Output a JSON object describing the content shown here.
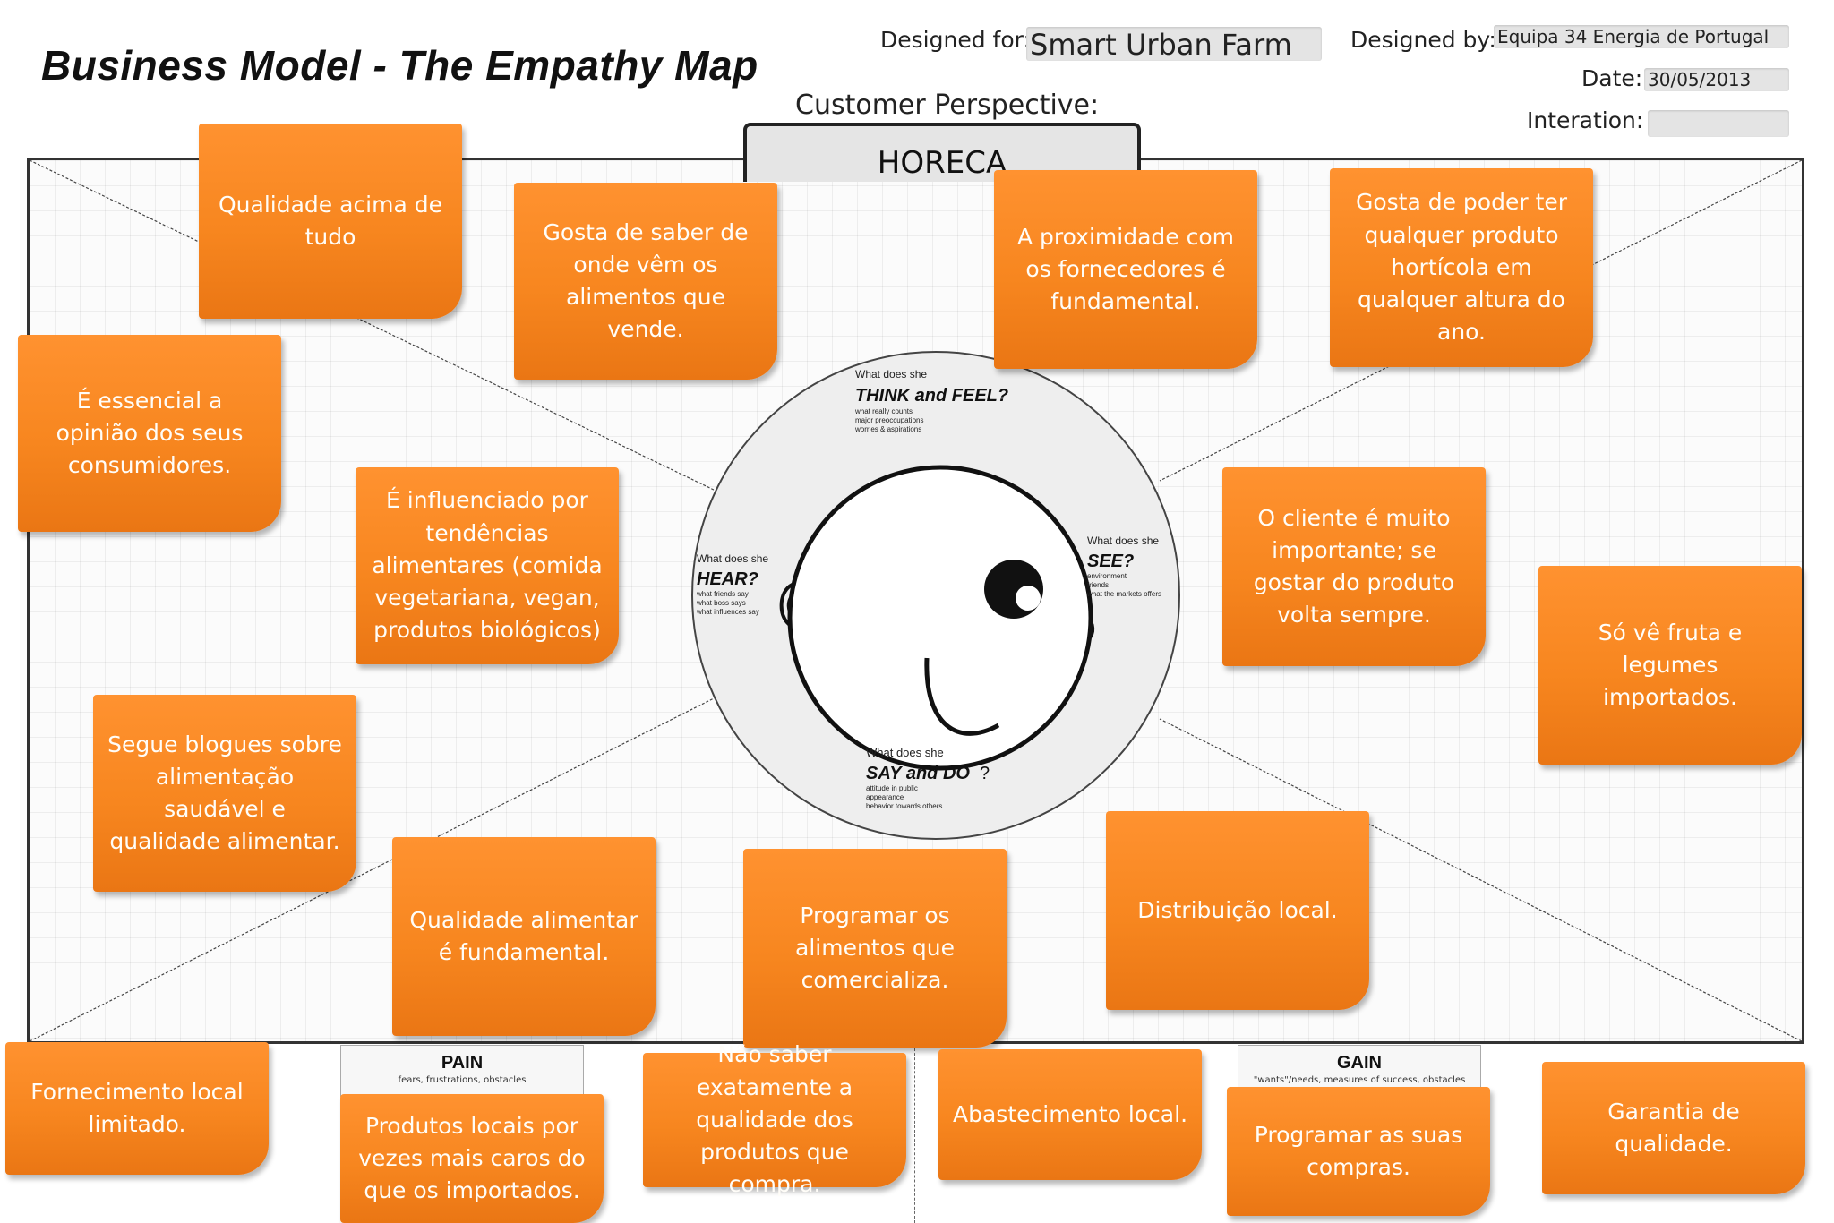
{
  "header": {
    "title": "Business Model - The Empathy Map",
    "designed_for_label": "Designed for:",
    "designed_for_value": "Smart Urban Farm",
    "designed_by_label": "Designed by:",
    "designed_by_value": "Equipa 34  Energia de Portugal",
    "date_label": "Date:",
    "date_value": "30/05/2013",
    "iteration_label": "Interation:",
    "iteration_value": ""
  },
  "perspective": {
    "label": "Customer Perspective:",
    "value": "HORECA"
  },
  "center": {
    "think": {
      "pre": "What does she",
      "title": "THINK and FEEL?",
      "sub": [
        "what really counts",
        "major preoccupations",
        "worries & aspirations"
      ]
    },
    "hear": {
      "pre": "What does she",
      "title": "HEAR?",
      "sub": [
        "what friends say",
        "what boss says",
        "what influences say"
      ]
    },
    "see": {
      "pre": "What does she",
      "title": "SEE?",
      "sub": [
        "environment",
        "friends",
        "what the markets offers"
      ]
    },
    "say": {
      "pre": "What does she",
      "title": "SAY and DO",
      "mark": "?",
      "sub": [
        "attitude in public",
        "appearance",
        "behavior towards others"
      ]
    }
  },
  "pain": {
    "title": "PAIN",
    "subtitle": "fears, frustrations, obstacles"
  },
  "gain": {
    "title": "GAIN",
    "subtitle": "\"wants\"/needs, measures of success, obstacles"
  },
  "notes": {
    "qualidade_acima": "Qualidade acima de tudo",
    "gosta_saber": "Gosta de saber de onde vêm os alimentos que vende.",
    "proximidade": "A proximidade com os fornecedores é fundamental.",
    "gosta_poder": "Gosta de poder ter qualquer produto hortícola em qualquer altura do ano.",
    "opiniao": "É essencial a opinião dos seus consumidores.",
    "influenciado": "É influenciado por tendências alimentares (comida vegetariana, vegan, produtos biológicos)",
    "cliente": "O cliente é muito importante; se gostar do produto volta sempre.",
    "so_ve": "Só vê fruta e legumes importados.",
    "blogues": "Segue blogues sobre alimentação saudável e qualidade alimentar.",
    "qualidade_alimentar": "Qualidade alimentar é fundamental.",
    "programar_alimentos": "Programar os alimentos que comercializa.",
    "distribuicao": "Distribuição local.",
    "fornecimento": "Fornecimento local limitado.",
    "produtos_caros": "Produtos locais por vezes mais caros do que os importados.",
    "nao_saber": "Não saber exatamente a qualidade dos produtos que compra.",
    "abastecimento": "Abastecimento local.",
    "programar_compras": "Programar as suas compras.",
    "garantia": "Garantia de qualidade."
  }
}
